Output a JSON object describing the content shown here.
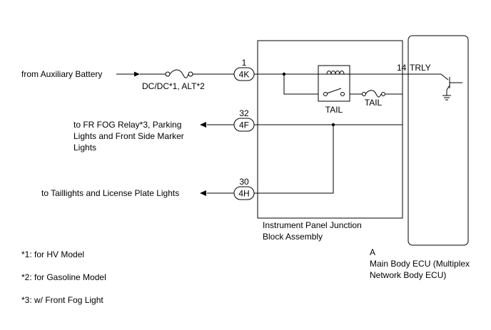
{
  "inputs": {
    "aux_battery": "from Auxiliary Battery",
    "fuse_label": "DC/DC*1, ALT*2"
  },
  "outputs": {
    "fr_fog_line1": "to FR FOG Relay*3, Parking",
    "fr_fog_line2": "Lights and Front Side Marker",
    "fr_fog_line3": "Lights",
    "taillights": "to Taillights and License Plate Lights"
  },
  "connectors": {
    "c1": {
      "pin": "1",
      "label": "4K"
    },
    "c2": {
      "pin": "32",
      "label": "4F"
    },
    "c3": {
      "pin": "30",
      "label": "4H"
    }
  },
  "relay": {
    "label": "TAIL",
    "fuse_label": "TAIL"
  },
  "ecu_pin": "14",
  "ecu_signal": "TRLY",
  "junction_block": {
    "line1": "Instrument Panel Junction",
    "line2": "Block Assembly"
  },
  "ecu": {
    "code": "A",
    "line1": "Main Body ECU (Multiplex",
    "line2": "Network Body ECU)"
  },
  "footnotes": [
    "*1: for HV Model",
    "*2: for Gasoline Model",
    "*3: w/ Front Fog Light"
  ]
}
